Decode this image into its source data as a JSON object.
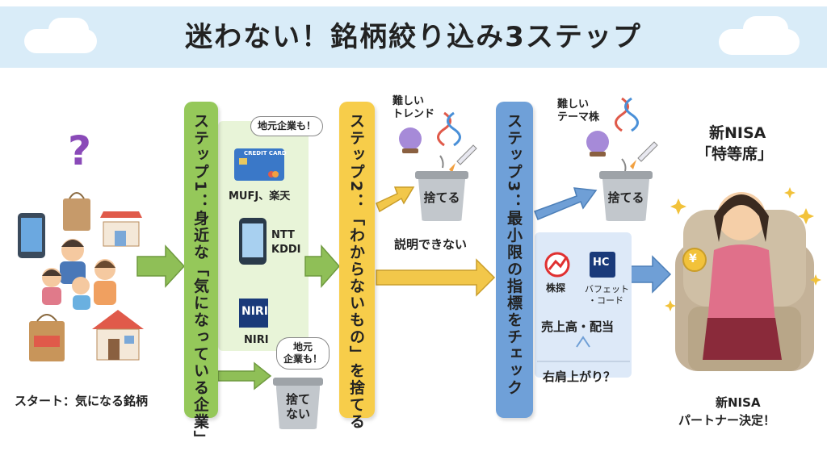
{
  "title": "迷わない！銘柄絞り込み3ステップ",
  "start_label": "スタート：気になる銘柄",
  "step1": {
    "heading": "ステップ1：身近な「気になっている企業」",
    "bubble_top": "地元企業も！",
    "card_text": "CREDIT CARD",
    "items": [
      "MUFJ、楽天",
      "NTT",
      "KDDI",
      "NIRI"
    ],
    "niri_logo": "NIRI",
    "bubble_bottom": [
      "地元",
      "企業も！"
    ],
    "bin_label": [
      "捨て",
      "ない"
    ]
  },
  "step2": {
    "heading": "ステップ2：「わからないもの」を捨てる",
    "caption": [
      "難しい",
      "トレンド"
    ],
    "bin_label": "捨てる",
    "below": "説明できない"
  },
  "step3": {
    "heading": "ステップ3：最小限の指標をチェック",
    "caption": [
      "難しい",
      "テーマ株"
    ],
    "bin_label": "捨てる",
    "tool1": "株探",
    "tool2": [
      "バフェット",
      "・コード"
    ],
    "tool2_logo": "HC",
    "metric": "売上高・配当",
    "trend": "右肩上がり？"
  },
  "goal": {
    "heading": [
      "新NISA",
      "「特等席」"
    ],
    "coin": "¥",
    "footer": [
      "新NISA",
      "パートナー決定！"
    ]
  },
  "question_mark": "?",
  "colors": {
    "title_bg": "#d9ecf8",
    "step1": "#95c85a",
    "step2": "#f7cd4a",
    "step3": "#6fa0d8",
    "arrow_green": "#8fbf57",
    "arrow_yellow": "#f2c74a",
    "arrow_blue": "#6f9fd6"
  }
}
